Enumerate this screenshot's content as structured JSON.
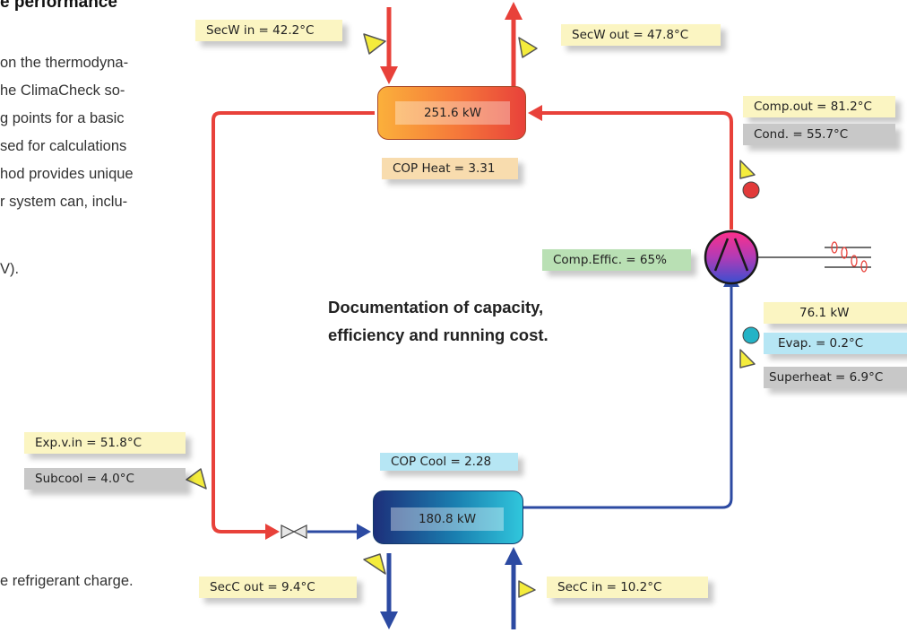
{
  "text_left": {
    "title": "e performance",
    "lines": [
      "on the thermodyna-",
      "he ClimaCheck so-",
      "g points for a basic",
      "sed for calculations",
      "hod provides unique",
      "r system can, inclu-",
      "",
      "V)."
    ],
    "bottom_line": "e refrigerant charge."
  },
  "condenser": {
    "capacity": "251.6 kW",
    "cop": "COP Heat = 3.31"
  },
  "evaporator": {
    "capacity": "180.8 kW",
    "cop": "COP Cool = 2.28"
  },
  "labels": {
    "secw_in": "SecW in = 42.2°C",
    "secw_out": "SecW out = 47.8°C",
    "comp_out": "Comp.out = 81.2°C",
    "cond": "Cond. = 55.7°C",
    "comp_effic": "Comp.Effic. = 65%",
    "evap_power": "76.1 kW",
    "evap_temp": "Evap. = 0.2°C",
    "superheat": "Superheat = 6.9°C",
    "exp_in": "Exp.v.in = 51.8°C",
    "subcool": "Subcool = 4.0°C",
    "secc_out": "SecC out = 9.4°C",
    "secc_in": "SecC in = 10.2°C"
  },
  "caption": {
    "line1": "Documentation of capacity,",
    "line2": "efficiency and running cost."
  },
  "colors": {
    "hot": "#e8413a",
    "cold": "#2c4aa2",
    "sensor": "#f4ec3c",
    "sensor_hot": "#e23a3a",
    "sensor_cold": "#24b3c6"
  }
}
